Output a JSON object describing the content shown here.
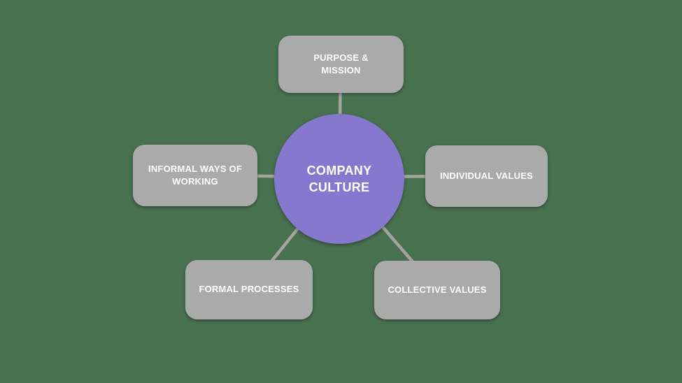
{
  "diagram": {
    "type": "radial",
    "center": {
      "label": "COMPANY CULTURE"
    },
    "nodes": [
      {
        "id": "purpose-mission",
        "label": "PURPOSE & MISSION",
        "position": "top"
      },
      {
        "id": "informal-ways-of-working",
        "label": "INFORMAL WAYS OF WORKING",
        "position": "left"
      },
      {
        "id": "individual-values",
        "label": "INDIVIDUAL VALUES",
        "position": "right"
      },
      {
        "id": "formal-processes",
        "label": "FORMAL PROCESSES",
        "position": "bottom-left"
      },
      {
        "id": "collective-values",
        "label": "COLLECTIVE VALUES",
        "position": "bottom-right"
      }
    ],
    "colors": {
      "background": "#48714f",
      "node_fill": "#aaaaaa",
      "center_fill": "#8678ce",
      "connector": "#a4a4a1",
      "text": "#ffffff"
    }
  }
}
